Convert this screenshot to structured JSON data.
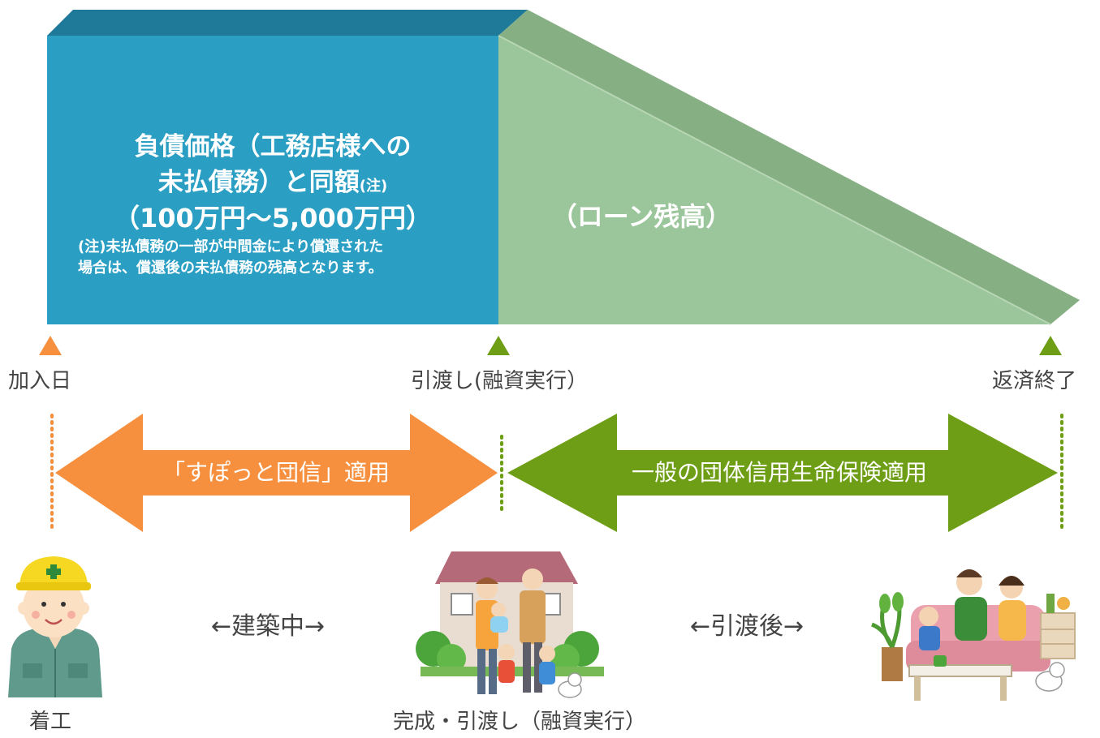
{
  "colors": {
    "blue_front": "#2a9ec3",
    "blue_top": "#1f7a9a",
    "green_front": "#9bc59a",
    "green_top": "#86b083",
    "orange": "#f6903f",
    "dark_green": "#6e9e16"
  },
  "liability_box": {
    "line1": "負債価格（工務店様への",
    "line2_main": "未払債務）と同額",
    "line2_note": "(注)",
    "line3": "（100万円〜5,000万円）",
    "note_line1": "(注)未払債務の一部が中間金により償還された",
    "note_line2": "場合は、償還後の未払債務の残高となります。"
  },
  "loan_box": {
    "label": "（ローン残高）"
  },
  "timeline": {
    "start": "加入日",
    "handover": "引渡し(融資実行）",
    "end": "返済終了"
  },
  "arrows": {
    "left": "「すぽっと団信」適用",
    "right": "一般の団体信用生命保険適用"
  },
  "phases": {
    "construction": "←建築中→",
    "after_handover": "←引渡後→"
  },
  "bottom_labels": {
    "start": "着工",
    "handover": "完成・引渡し（融資実行）"
  }
}
